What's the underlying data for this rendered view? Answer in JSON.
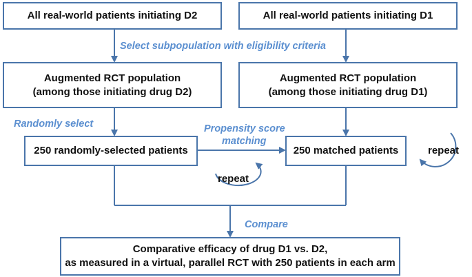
{
  "boxes": {
    "all_d2": "All real-world patients initiating D2",
    "all_d1": "All real-world patients initiating D1",
    "aug_d2": {
      "line1": "Augmented RCT population",
      "line2": "(among those initiating drug D2)"
    },
    "aug_d1": {
      "line1": "Augmented RCT population",
      "line2": "(among those initiating drug D1)"
    },
    "random": "250 randomly-selected patients",
    "matched": "250 matched patients",
    "result": {
      "line1": "Comparative efficacy of drug D1 vs. D2,",
      "line2": "as measured in a virtual, parallel RCT with 250 patients in each arm"
    }
  },
  "labels": {
    "select_sub": "Select subpopulation with eligibility criteria",
    "randomly_select": "Randomly select",
    "propensity_1": "Propensity score",
    "propensity_2": "matching",
    "compare": "Compare"
  },
  "repeat_left": "repeat",
  "repeat_right": "repeat",
  "colors": {
    "box_border": "#4a75aa",
    "arrow": "#4a75aa",
    "label": "#5b8fd0"
  }
}
